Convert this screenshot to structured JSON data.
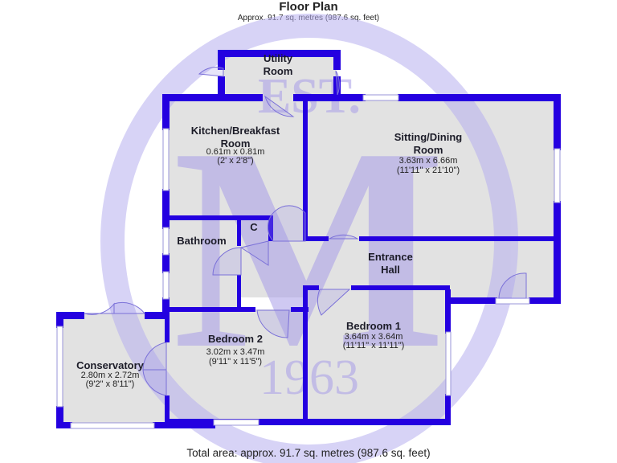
{
  "header": {
    "title": "Floor Plan",
    "subtitle": "Approx. 91.7 sq. metres (987.6 sq. feet)"
  },
  "footer": {
    "total_area": "Total area: approx. 91.7 sq. metres (987.6 sq. feet)"
  },
  "watermark": {
    "top_text": "EST.",
    "center_letter": "M",
    "bottom_text": "1963",
    "color": "#b8b0f0"
  },
  "colors": {
    "wall": "#2400e0",
    "floor": "#e2e2e2",
    "window": "#ffffff",
    "door_arc": "#7a70d8"
  },
  "rooms": {
    "utility": {
      "name_line1": "Utility",
      "name_line2": "Room"
    },
    "kitchen": {
      "name_line1": "Kitchen/Breakfast",
      "name_line2": "Room",
      "metric": "0.61m x 0.81m",
      "imperial": "(2' x 2'8\")"
    },
    "sitting": {
      "name_line1": "Sitting/Dining",
      "name_line2": "Room",
      "metric": "3.63m x 6.66m",
      "imperial": "(11'11\" x 21'10\")"
    },
    "bathroom": {
      "name": "Bathroom"
    },
    "cupboard": {
      "name": "C"
    },
    "hall": {
      "name_line1": "Entrance",
      "name_line2": "Hall"
    },
    "bedroom1": {
      "name": "Bedroom 1",
      "metric": "3.64m x 3.64m",
      "imperial": "(11'11\" x 11'11\")"
    },
    "bedroom2": {
      "name": "Bedroom 2",
      "metric": "3.02m x 3.47m",
      "imperial": "(9'11\" x 11'5\")"
    },
    "conservatory": {
      "name": "Conservatory",
      "metric": "2.80m x 2.72m",
      "imperial": "(9'2\" x 8'11\")"
    }
  }
}
